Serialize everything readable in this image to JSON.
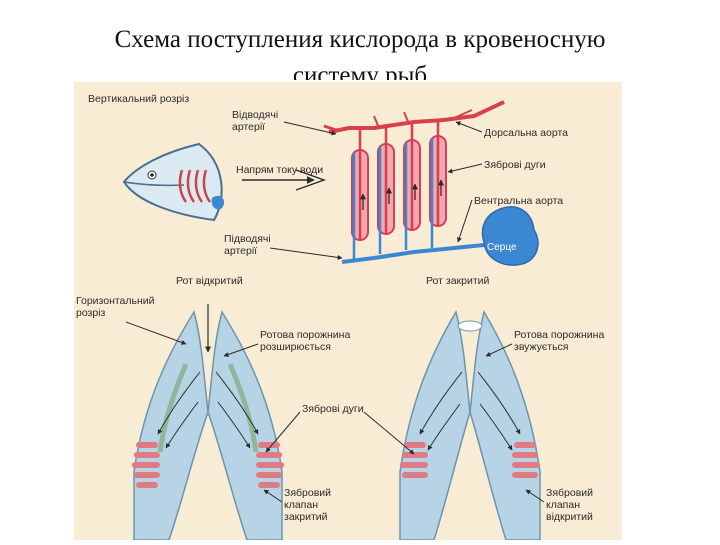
{
  "title": {
    "line1": "Схема поступления кислорода в кровеносную",
    "line2": "систему рыб"
  },
  "colors": {
    "background": "#f8ecd5",
    "artery_red": "#d9404c",
    "vein_blue": "#3b87d4",
    "gill_pink": "#f2a7b4",
    "tissue_blue": "#b7d3e6",
    "gill_filament": "#e07b83"
  },
  "labels": {
    "vertical_section": "Вертикальний розріз",
    "efferent_arteries": "Відводячі\nартерії",
    "water_direction": "Напрям току води",
    "dorsal_aorta": "Дорсальна аорта",
    "gill_arches_top": "Зяброві дуги",
    "ventral_aorta": "Вентральна аорта",
    "heart": "Серце",
    "afferent_arteries": "Підводячі\nартерії",
    "mouth_open": "Рот відкритий",
    "mouth_closed": "Рот закритий",
    "horizontal_section": "Горизонтальний\nрозріз",
    "oral_cavity_expands": "Ротова порожнина\nрозширюється",
    "oral_cavity_narrows": "Ротова порожнина\nзвужується",
    "gill_arches_bottom": "Зяброві дуги",
    "valve_closed": "Зябровий\nклапан\nзакритий",
    "valve_open": "Зябровий\nклапан\nвідкритий"
  }
}
